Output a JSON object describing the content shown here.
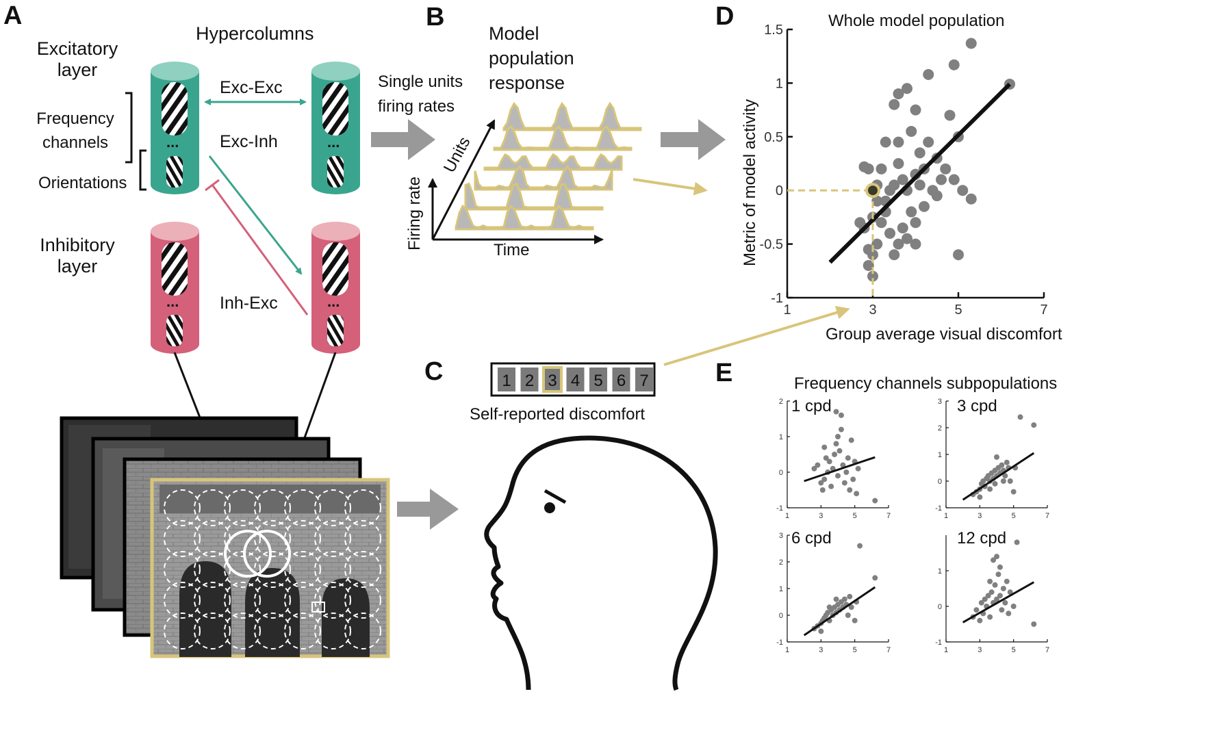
{
  "panels": {
    "a": "A",
    "b": "B",
    "c": "C",
    "d": "D",
    "e": "E"
  },
  "panel_a": {
    "hypercolumns": "Hypercolumns",
    "excitatory_layer": [
      "Excitatory",
      "layer"
    ],
    "inhibitory_layer": [
      "Inhibitory",
      "layer"
    ],
    "frequency_channels": [
      "Frequency",
      "channels"
    ],
    "orientations": "Orientations",
    "exc_exc": "Exc-Exc",
    "exc_inh": "Exc-Inh",
    "inh_exc": "Inh-Exc",
    "ellipsis": "...",
    "colors": {
      "excitatory": "#3aa58e",
      "inhibitory": "#d4607a",
      "highlight": "#d8c57a"
    }
  },
  "panel_b": {
    "single_units": [
      "Single units",
      "firing rates"
    ],
    "model_population": [
      "Model",
      "population",
      "response"
    ],
    "units_axis": "Units",
    "firing_rate_axis": "Firing rate",
    "time_axis": "Time"
  },
  "panel_c": {
    "scale": [
      "1",
      "2",
      "3",
      "4",
      "5",
      "6",
      "7"
    ],
    "selected": "3",
    "caption": "Self-reported discomfort"
  },
  "panel_d": {
    "title": "Whole model population",
    "xlabel": "Group average visual discomfort",
    "ylabel": "Metric of model activity"
  },
  "panel_e": {
    "title": "Frequency channels subpopulations",
    "subplots": [
      "1 cpd",
      "3 cpd",
      "6 cpd",
      "12 cpd"
    ]
  },
  "chart_data": [
    {
      "type": "scatter",
      "title": "Whole model population",
      "xlabel": "Group average visual discomfort",
      "ylabel": "Metric of model activity",
      "xlim": [
        1,
        7
      ],
      "ylim": [
        -1,
        1.5
      ],
      "xticks": [
        "1",
        "3",
        "5",
        "7"
      ],
      "yticks": [
        "-1",
        "-0.5",
        "0",
        "0.5",
        "1",
        "1.5"
      ],
      "fit_line": [
        [
          2.0,
          -0.67
        ],
        [
          6.2,
          0.99
        ]
      ],
      "highlight_point": [
        3.0,
        0.0
      ],
      "points": [
        [
          2.8,
          0.22
        ],
        [
          2.9,
          0.2
        ],
        [
          3.1,
          0.05
        ],
        [
          3.0,
          0.0
        ],
        [
          2.7,
          -0.3
        ],
        [
          2.8,
          -0.35
        ],
        [
          2.9,
          -0.55
        ],
        [
          3.0,
          -0.6
        ],
        [
          2.9,
          -0.7
        ],
        [
          3.0,
          -0.8
        ],
        [
          3.1,
          -0.5
        ],
        [
          3.2,
          -0.3
        ],
        [
          3.3,
          -0.2
        ],
        [
          3.4,
          -0.4
        ],
        [
          3.5,
          -0.6
        ],
        [
          3.6,
          -0.5
        ],
        [
          3.3,
          -0.1
        ],
        [
          3.4,
          0.0
        ],
        [
          3.2,
          0.2
        ],
        [
          3.3,
          0.45
        ],
        [
          3.6,
          0.45
        ],
        [
          3.5,
          0.05
        ],
        [
          3.7,
          0.1
        ],
        [
          3.8,
          0.0
        ],
        [
          3.9,
          -0.2
        ],
        [
          3.7,
          -0.35
        ],
        [
          3.8,
          -0.45
        ],
        [
          4.0,
          -0.3
        ],
        [
          4.1,
          0.05
        ],
        [
          4.0,
          0.15
        ],
        [
          4.2,
          0.2
        ],
        [
          4.1,
          0.35
        ],
        [
          4.3,
          0.45
        ],
        [
          3.9,
          0.55
        ],
        [
          4.0,
          0.75
        ],
        [
          3.8,
          0.95
        ],
        [
          3.6,
          0.9
        ],
        [
          3.5,
          0.8
        ],
        [
          4.3,
          1.08
        ],
        [
          4.5,
          0.3
        ],
        [
          4.6,
          0.1
        ],
        [
          4.4,
          0.0
        ],
        [
          4.8,
          0.7
        ],
        [
          5.0,
          0.5
        ],
        [
          4.7,
          0.2
        ],
        [
          4.9,
          0.1
        ],
        [
          5.1,
          0.0
        ],
        [
          5.0,
          -0.6
        ],
        [
          5.3,
          -0.08
        ],
        [
          4.9,
          1.17
        ],
        [
          5.3,
          1.37
        ],
        [
          6.2,
          0.99
        ],
        [
          3.0,
          -0.25
        ],
        [
          3.1,
          -0.1
        ],
        [
          4.2,
          -0.15
        ],
        [
          4.5,
          -0.05
        ],
        [
          3.6,
          0.25
        ],
        [
          4.0,
          -0.5
        ]
      ]
    },
    {
      "type": "scatter",
      "title": "1 cpd",
      "xlim": [
        1,
        7
      ],
      "ylim": [
        -1,
        2
      ],
      "xticks": [
        "1",
        "3",
        "5",
        "7"
      ],
      "yticks": [
        "-1",
        "0",
        "1",
        "2"
      ],
      "fit_line": [
        [
          2.0,
          -0.25
        ],
        [
          6.2,
          0.42
        ]
      ],
      "points": [
        [
          2.6,
          0.1
        ],
        [
          2.8,
          0.2
        ],
        [
          3.0,
          -0.3
        ],
        [
          3.1,
          -0.5
        ],
        [
          3.2,
          -0.2
        ],
        [
          3.3,
          0.4
        ],
        [
          3.4,
          0.0
        ],
        [
          3.5,
          0.3
        ],
        [
          3.6,
          -0.4
        ],
        [
          3.7,
          0.1
        ],
        [
          3.8,
          0.5
        ],
        [
          3.9,
          0.8
        ],
        [
          4.0,
          1.0
        ],
        [
          4.1,
          0.6
        ],
        [
          4.2,
          1.2
        ],
        [
          4.3,
          0.2
        ],
        [
          4.4,
          -0.3
        ],
        [
          4.5,
          0.0
        ],
        [
          4.6,
          0.4
        ],
        [
          4.7,
          -0.5
        ],
        [
          4.8,
          0.9
        ],
        [
          4.9,
          -0.2
        ],
        [
          5.0,
          0.3
        ],
        [
          5.1,
          -0.6
        ],
        [
          3.9,
          1.7
        ],
        [
          4.2,
          1.6
        ],
        [
          5.2,
          0.1
        ],
        [
          6.2,
          -0.8
        ],
        [
          3.2,
          0.7
        ],
        [
          4.0,
          -0.1
        ]
      ]
    },
    {
      "type": "scatter",
      "title": "3 cpd",
      "xlim": [
        1,
        7
      ],
      "ylim": [
        -1,
        3
      ],
      "xticks": [
        "1",
        "3",
        "5",
        "7"
      ],
      "yticks": [
        "-1",
        "0",
        "1",
        "2",
        "3"
      ],
      "fit_line": [
        [
          2.0,
          -0.7
        ],
        [
          6.2,
          1.05
        ]
      ],
      "points": [
        [
          2.6,
          -0.5
        ],
        [
          2.8,
          -0.4
        ],
        [
          3.0,
          -0.3
        ],
        [
          3.1,
          -0.1
        ],
        [
          3.2,
          0.0
        ],
        [
          3.3,
          -0.2
        ],
        [
          3.4,
          0.1
        ],
        [
          3.5,
          0.2
        ],
        [
          3.6,
          0.0
        ],
        [
          3.7,
          0.3
        ],
        [
          3.8,
          0.1
        ],
        [
          3.9,
          0.4
        ],
        [
          4.0,
          0.2
        ],
        [
          4.1,
          0.5
        ],
        [
          4.2,
          0.3
        ],
        [
          4.3,
          0.6
        ],
        [
          4.4,
          0.4
        ],
        [
          4.5,
          0.2
        ],
        [
          4.6,
          0.7
        ],
        [
          4.7,
          0.5
        ],
        [
          4.8,
          0.0
        ],
        [
          5.0,
          -0.4
        ],
        [
          5.1,
          0.5
        ],
        [
          5.4,
          2.4
        ],
        [
          6.2,
          2.1
        ],
        [
          4.0,
          0.9
        ],
        [
          3.6,
          -0.3
        ],
        [
          3.0,
          -0.6
        ],
        [
          4.4,
          0.0
        ],
        [
          3.9,
          -0.1
        ]
      ]
    },
    {
      "type": "scatter",
      "title": "6 cpd",
      "xlim": [
        1,
        7
      ],
      "ylim": [
        -1,
        3
      ],
      "xticks": [
        "1",
        "3",
        "5",
        "7"
      ],
      "yticks": [
        "-1",
        "0",
        "1",
        "2",
        "3"
      ],
      "fit_line": [
        [
          2.0,
          -0.75
        ],
        [
          6.2,
          1.05
        ]
      ],
      "points": [
        [
          2.6,
          -0.5
        ],
        [
          2.8,
          -0.4
        ],
        [
          3.0,
          -0.3
        ],
        [
          3.1,
          -0.2
        ],
        [
          3.2,
          -0.1
        ],
        [
          3.3,
          0.0
        ],
        [
          3.4,
          0.1
        ],
        [
          3.5,
          -0.2
        ],
        [
          3.6,
          0.2
        ],
        [
          3.7,
          0.0
        ],
        [
          3.8,
          0.3
        ],
        [
          3.9,
          0.1
        ],
        [
          4.0,
          0.4
        ],
        [
          4.1,
          0.2
        ],
        [
          4.2,
          0.5
        ],
        [
          4.3,
          0.3
        ],
        [
          4.4,
          0.6
        ],
        [
          4.5,
          0.4
        ],
        [
          4.6,
          0.0
        ],
        [
          4.7,
          0.7
        ],
        [
          4.8,
          0.3
        ],
        [
          5.0,
          -0.2
        ],
        [
          5.1,
          0.5
        ],
        [
          5.3,
          2.6
        ],
        [
          6.2,
          1.4
        ],
        [
          3.9,
          0.6
        ],
        [
          3.5,
          0.3
        ],
        [
          3.0,
          -0.6
        ]
      ]
    },
    {
      "type": "scatter",
      "title": "12 cpd",
      "xlim": [
        1,
        7
      ],
      "ylim": [
        -1,
        2
      ],
      "xticks": [
        "1",
        "3",
        "5",
        "7"
      ],
      "yticks": [
        "-1",
        "0",
        "1"
      ],
      "fit_line": [
        [
          2.0,
          -0.45
        ],
        [
          6.2,
          0.68
        ]
      ],
      "points": [
        [
          2.6,
          -0.3
        ],
        [
          2.8,
          -0.1
        ],
        [
          3.0,
          -0.4
        ],
        [
          3.1,
          0.1
        ],
        [
          3.2,
          -0.2
        ],
        [
          3.3,
          0.2
        ],
        [
          3.4,
          0.0
        ],
        [
          3.5,
          0.3
        ],
        [
          3.6,
          -0.3
        ],
        [
          3.7,
          0.4
        ],
        [
          3.8,
          0.1
        ],
        [
          3.9,
          0.6
        ],
        [
          4.0,
          0.2
        ],
        [
          4.1,
          0.9
        ],
        [
          4.2,
          0.3
        ],
        [
          4.3,
          -0.1
        ],
        [
          4.4,
          0.5
        ],
        [
          4.5,
          0.1
        ],
        [
          4.6,
          0.7
        ],
        [
          4.7,
          -0.2
        ],
        [
          4.8,
          0.4
        ],
        [
          5.0,
          0.0
        ],
        [
          3.8,
          1.3
        ],
        [
          4.0,
          1.4
        ],
        [
          4.2,
          1.1
        ],
        [
          5.2,
          1.8
        ],
        [
          6.2,
          -0.5
        ],
        [
          3.6,
          0.7
        ]
      ]
    }
  ]
}
